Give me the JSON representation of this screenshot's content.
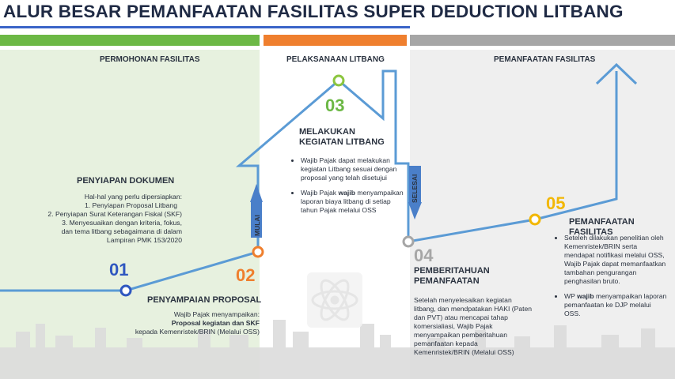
{
  "title": "ALUR BESAR PEMANFAATAN FASILITAS SUPER DEDUCTION LITBANG",
  "phases": [
    {
      "label": "PERMOHONAN FASILITAS",
      "color": "#6cb845"
    },
    {
      "label": "PELAKSANAAN LITBANG",
      "color": "#ef7f2e"
    },
    {
      "label": "PEMANFAATAN FASILITAS",
      "color": "#a6a6a6"
    }
  ],
  "steps": {
    "s01": {
      "num": "01",
      "color": "#2f57c0"
    },
    "s02": {
      "num": "02",
      "color": "#ef7f2e",
      "heading": "PENYAMPAIAN  PROPOSAL",
      "intro": "Wajib Pajak menyampaikan:",
      "bold": "Proposal kegiatan dan SKF",
      "tail": "kepada Kemenristek/BRIN (Melalui OSS)"
    },
    "s03": {
      "num": "03",
      "color": "#6cb845",
      "heading1": "MELAKUKAN",
      "heading2": "KEGIATAN LITBANG",
      "b1": "Wajib Pajak dapat melakukan kegiatan Litbang sesuai dengan proposal yang telah disetujui",
      "b2_pre": "Wajib Pajak ",
      "b2_bold": "wajib",
      "b2_mid": " menyampaikan laporan biaya litbang di setiap tahun Pajak melalui OSS"
    },
    "s04": {
      "num": "04",
      "color": "#a6a6a6",
      "heading1": "PEMBERITAHUAN",
      "heading2": "PEMANFAATAN",
      "body": "Setelah menyelesaikan kegiatan litbang, dan mendpatakan HAKI (Paten dan PVT) atau mencapai tahap komersialiasi, Wajib Pajak menyampaikan pemberitahuan pemanfaatan kepada Kemenristek/BRIN (Melalui OSS)"
    },
    "s05": {
      "num": "05",
      "color": "#f2b705",
      "heading": "PEMANFAATAN FASILITAS",
      "b1": "Seteleh dilakukan penelitian oleh Kemenristek/BRIN serta mendapat notifikasi melalui OSS, Wajib Pajak dapat memanfaatkan tambahan pengurangan penghasilan bruto.",
      "b2_pre": "WP ",
      "b2_bold": "wajib",
      "b2_mid": " menyampaikan laporan pemanfaatan ke DJP melalui OSS."
    }
  },
  "doc": {
    "heading": "PENYIAPAN DOKUMEN",
    "intro": "Hal-hal yang perlu dipersiapkan:",
    "item1": "1.   Penyiapan Proposal Litbang",
    "item2": "2.   Penyiapan Surat Keterangan Fiskal (SKF)",
    "item3a": "3.   Menyesuaikan dengan kriteria, fokus,",
    "item3b": "dan tema litbang sebagaimana di dalam",
    "item3c": "Lampiran PMK 153/2020"
  },
  "labels": {
    "mulai": "MULAI",
    "selesai": "SELESAI"
  }
}
